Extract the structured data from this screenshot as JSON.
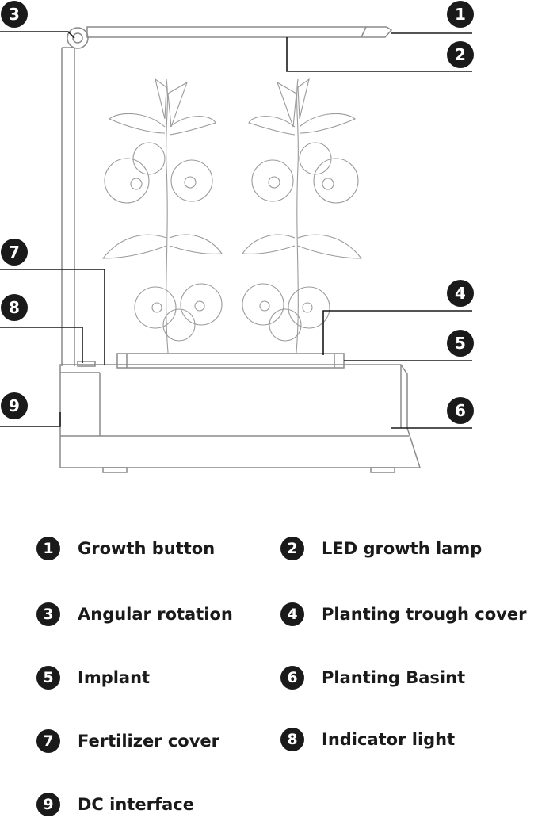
{
  "callouts": [
    {
      "num": "1",
      "label": "Growth button"
    },
    {
      "num": "2",
      "label": "LED growth lamp"
    },
    {
      "num": "3",
      "label": "Angular rotation"
    },
    {
      "num": "4",
      "label": "Planting trough cover"
    },
    {
      "num": "5",
      "label": "Implant"
    },
    {
      "num": "6",
      "label": "Planting Basint"
    },
    {
      "num": "7",
      "label": "Fertilizer cover"
    },
    {
      "num": "8",
      "label": "Indicator light"
    },
    {
      "num": "9",
      "label": "DC interface"
    }
  ],
  "colors": {
    "line": "#1a1a1a",
    "sketch": "#8a8a8a",
    "badge": "#1a1a1a"
  }
}
